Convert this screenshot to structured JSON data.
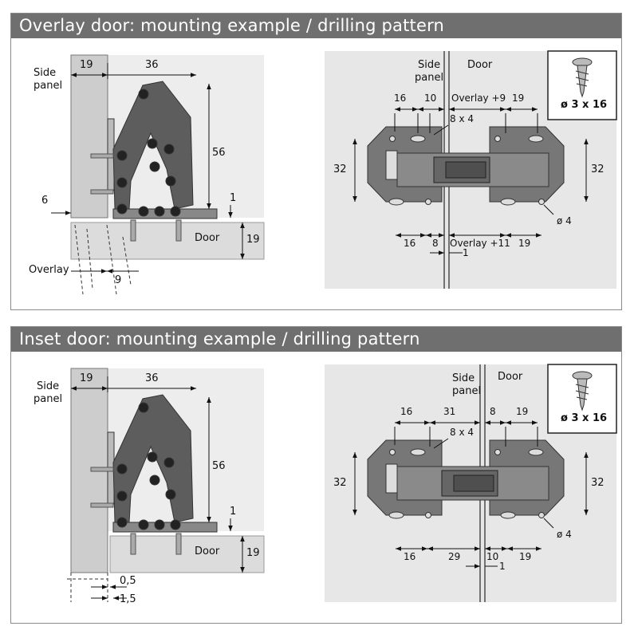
{
  "colors": {
    "header_bg": "#6f6f6f",
    "hinge": "#5d5d5d",
    "panel_fill": "#cdcdcd",
    "pattern_bg": "#e7e7e7",
    "door_fill": "#dcdcdc"
  },
  "sections": [
    {
      "title": "Overlay door: mounting example / drilling pattern",
      "mounting": {
        "side_panel_label": [
          "Side",
          "panel"
        ],
        "door_label": "Door",
        "overlay_label": "Overlay",
        "dims": {
          "top_a": "19",
          "top_b": "36",
          "height": "56",
          "left": "6",
          "gap": "1",
          "door": "19",
          "bottom": "9"
        }
      },
      "pattern": {
        "side_panel_label": [
          "Side",
          "panel"
        ],
        "door_label": "Door",
        "screw_label": "ø 3 x 16",
        "slot_label": "8 x 4",
        "hole_label": "ø 4",
        "top_dims": [
          "16",
          "10",
          "Overlay +9",
          "19"
        ],
        "bottom_dims": [
          "16",
          "8",
          "Overlay +11",
          "19"
        ],
        "left_height": "32",
        "right_height": "32",
        "gap_dim": "1"
      }
    },
    {
      "title": "Inset door: mounting example / drilling pattern",
      "mounting": {
        "side_panel_label": [
          "Side",
          "panel"
        ],
        "door_label": "Door",
        "dims": {
          "top_a": "19",
          "top_b": "36",
          "height": "56",
          "gap": "1",
          "door": "19",
          "bottom_a": "0,5",
          "bottom_b": "1,5"
        }
      },
      "pattern": {
        "side_panel_label": [
          "Side",
          "panel"
        ],
        "door_label": "Door",
        "screw_label": "ø 3 x 16",
        "slot_label": "8 x 4",
        "hole_label": "ø 4",
        "top_dims": [
          "16",
          "31",
          "8",
          "19"
        ],
        "bottom_dims": [
          "16",
          "29",
          "10",
          "19"
        ],
        "left_height": "32",
        "right_height": "32",
        "gap_dim": "1"
      }
    }
  ]
}
